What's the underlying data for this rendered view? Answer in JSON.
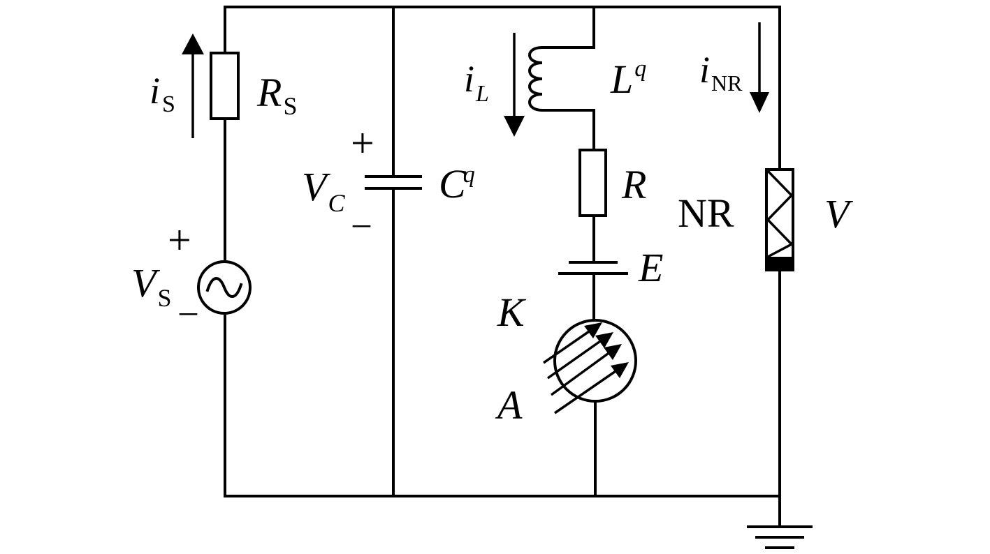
{
  "diagram": {
    "labels": {
      "is_main": "i",
      "is_sub": "S",
      "rs_main": "R",
      "rs_sub": "S",
      "vs_main": "V",
      "vs_sub": "S",
      "vs_plus": "+",
      "vs_minus": "–",
      "vc_main": "V",
      "vc_sub": "C",
      "vc_plus": "+",
      "vc_minus": "–",
      "cq_main": "C",
      "cq_sup": "q",
      "il_main": "i",
      "il_sub": "L",
      "lq_main": "L",
      "lq_sup": "q",
      "r_label": "R",
      "e_label": "E",
      "k_label": "K",
      "a_label": "A",
      "inr_main": "i",
      "inr_sub": "NR",
      "nr_label": "NR",
      "v_label": "V"
    },
    "colors": {
      "stroke": "#000000",
      "background": "#ffffff"
    }
  }
}
